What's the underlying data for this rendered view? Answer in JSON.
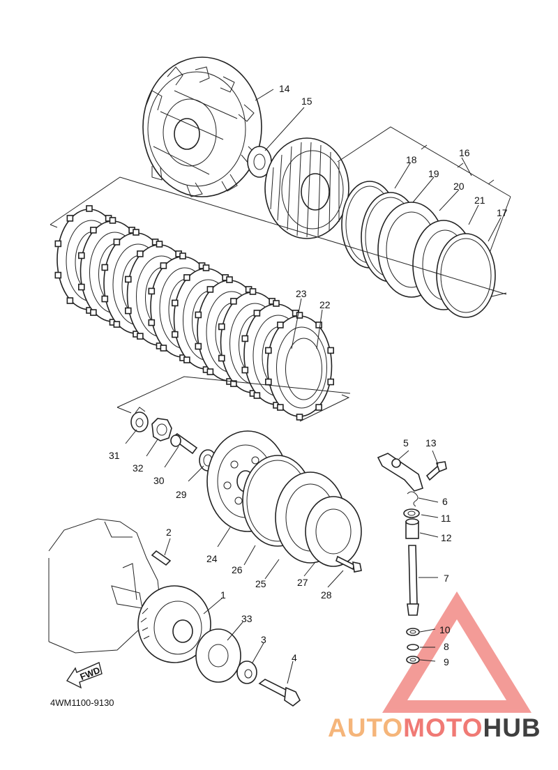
{
  "diagram": {
    "part_code": "4WM1100-9130",
    "fwd_label": "FWD",
    "callouts": [
      "14",
      "15",
      "16",
      "18",
      "19",
      "20",
      "21",
      "17",
      "23",
      "22",
      "31",
      "32",
      "30",
      "29",
      "5",
      "13",
      "6",
      "11",
      "12",
      "7",
      "2",
      "1",
      "24",
      "26",
      "25",
      "27",
      "28",
      "33",
      "3",
      "4",
      "10",
      "8",
      "9"
    ]
  },
  "watermark": {
    "part1": "AUTO",
    "part2": "MOTO",
    "part3": "HUB",
    "colors": {
      "auto": "#f5b57a",
      "moto": "#f07a75",
      "hub": "#3f3f3f",
      "triangle": "#f07a75"
    }
  }
}
